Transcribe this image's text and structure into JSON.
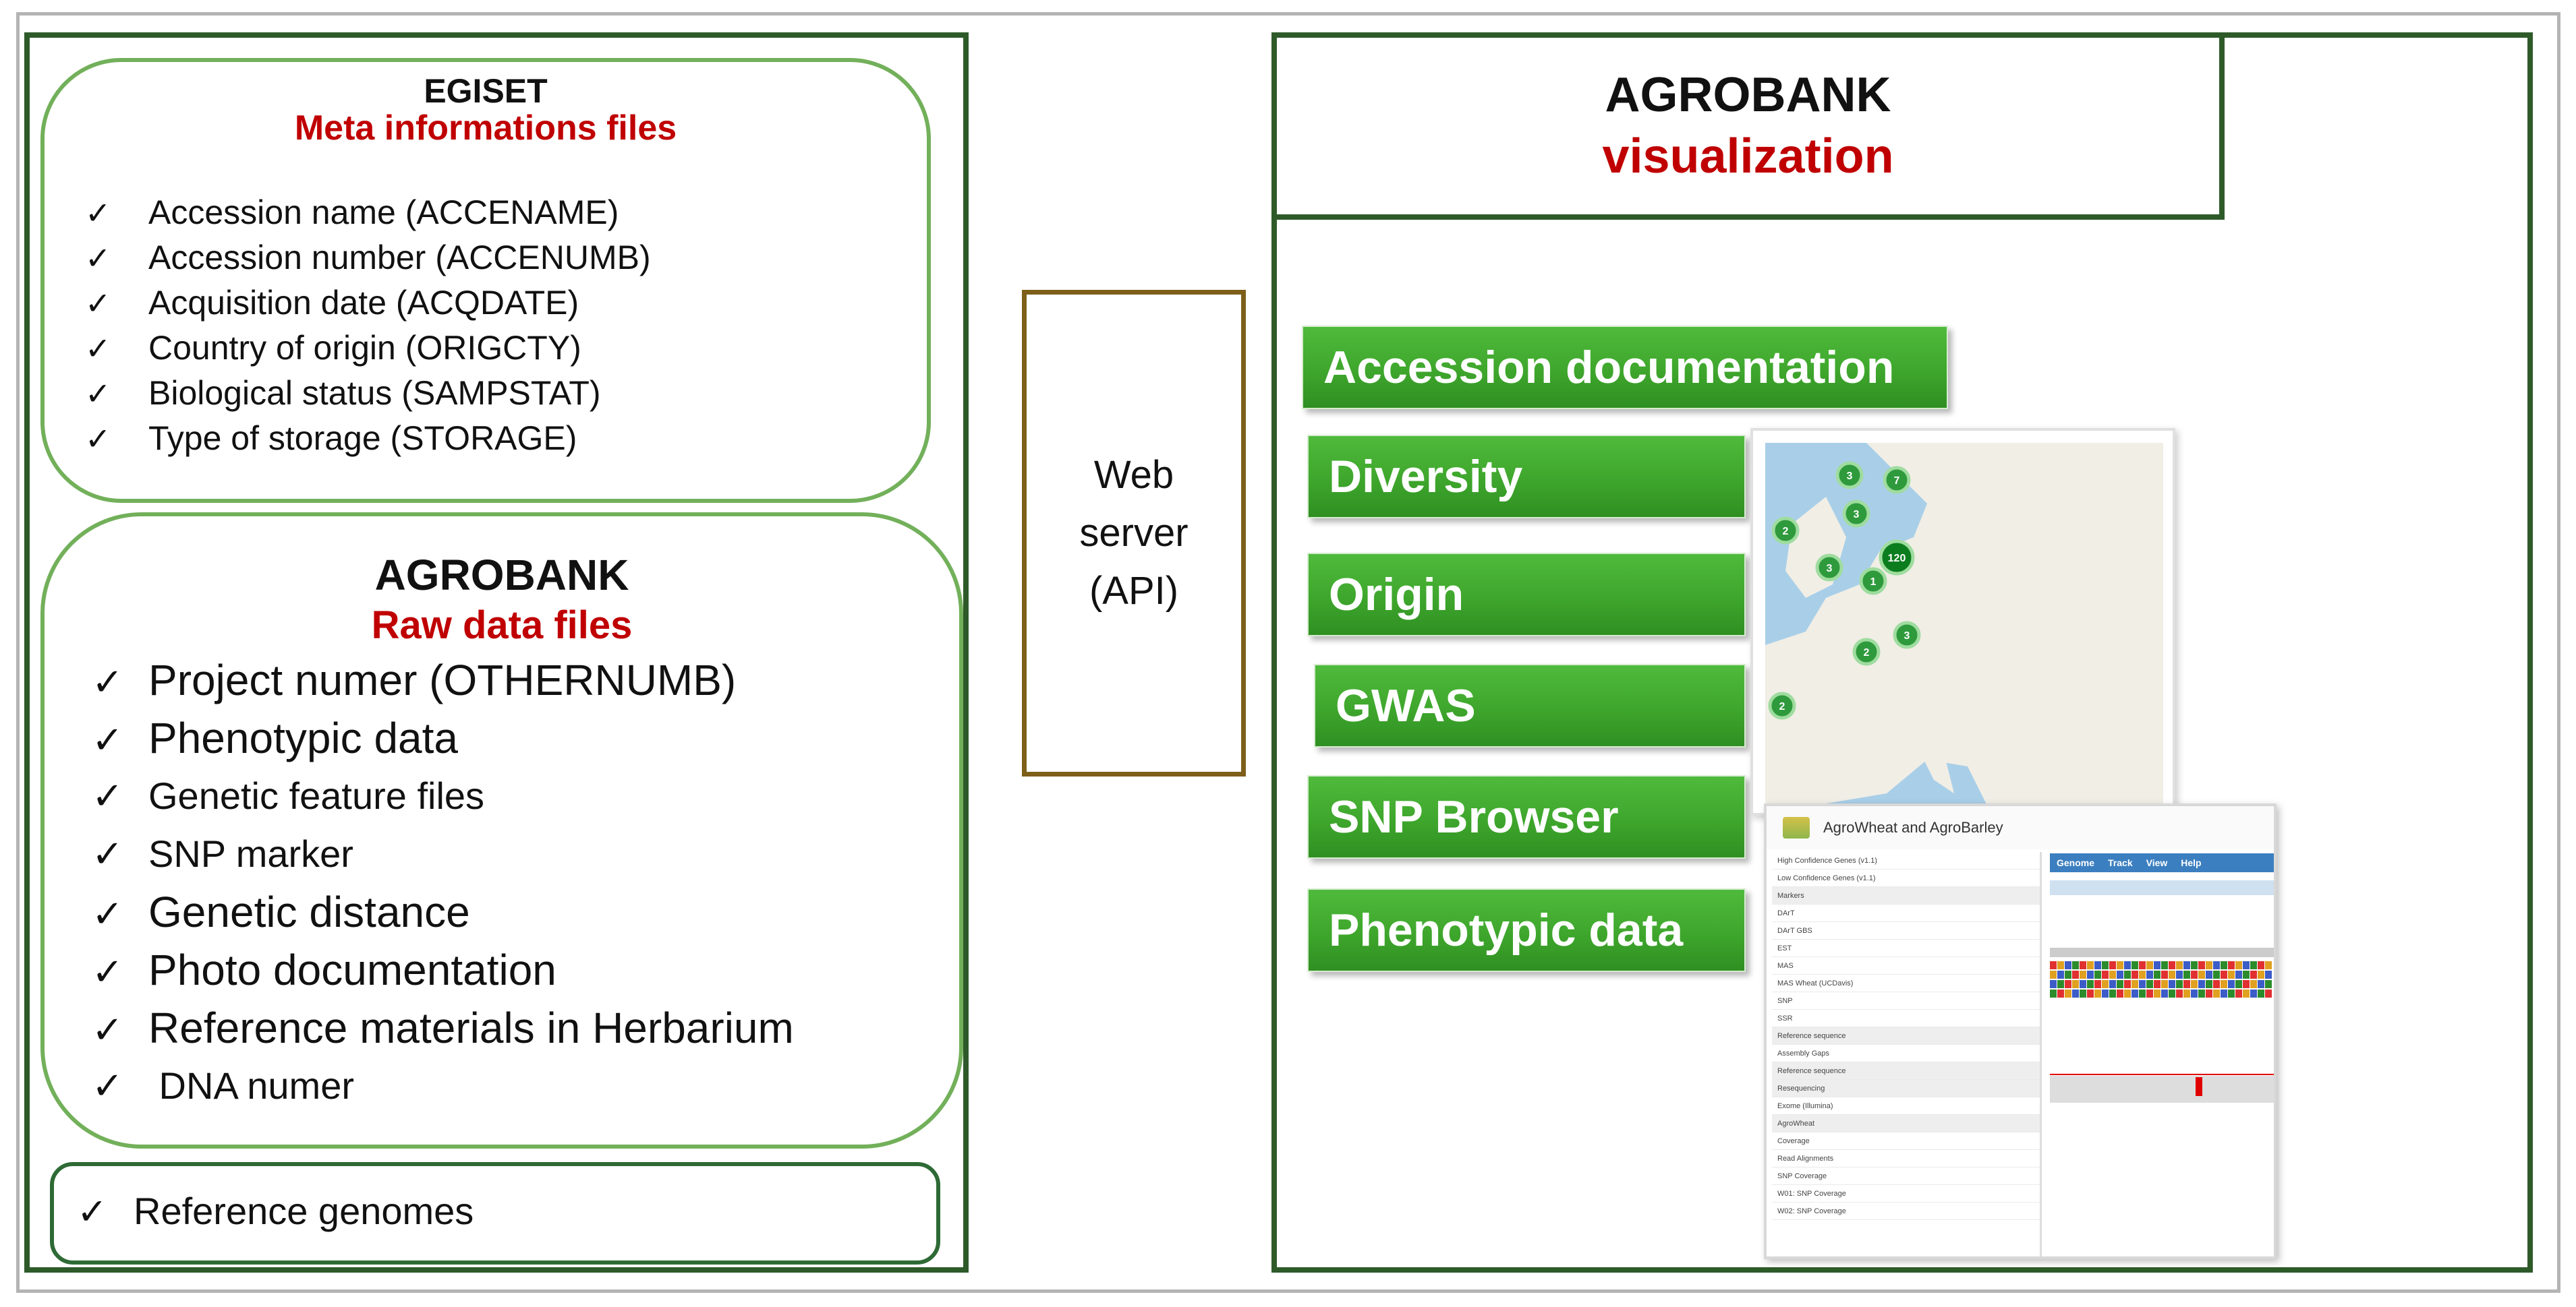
{
  "egiset": {
    "title": "EGISET",
    "subtitle": "Meta informations files",
    "items": [
      "Accession name (ACCENAME)",
      "Accession number (ACCENUMB)",
      "Acquisition  date (ACQDATE)",
      "Country of origin (ORIGCTY)",
      "Biological status  (SAMPSTAT)",
      "Type of storage (STORAGE)"
    ]
  },
  "agrobank_raw": {
    "title": "AGROBANK",
    "subtitle": "Raw data files",
    "items": [
      "Project numer (OTHERNUMB)",
      "Phenotypic data",
      "Genetic feature files",
      "SNP marker",
      "Genetic distance",
      "Photo documentation",
      "Reference materials in Herbarium",
      " DNA numer"
    ]
  },
  "reference": {
    "item": "Reference genomes"
  },
  "check_mark": "✓",
  "web_server": {
    "line1": "Web",
    "line2": "server",
    "line3": "(API)"
  },
  "agrobank_vis": {
    "title": "AGROBANK",
    "subtitle": "visualization",
    "buttons": [
      "Accession documentation",
      "Diversity",
      "Origin",
      "GWAS",
      "SNP Browser",
      "Phenotypic data"
    ]
  },
  "map_screenshot": {
    "cluster_counts": [
      "3",
      "7",
      "3",
      "2",
      "120",
      "3",
      "1",
      "2",
      "3",
      "2"
    ]
  },
  "browser_screenshot": {
    "title": "AgroWheat and AgroBarley",
    "menu": [
      "Genome",
      "Track",
      "View",
      "Help"
    ],
    "side_rows": [
      "High Confidence Genes (v1.1)",
      "Low Confidence Genes (v1.1)",
      "Markers",
      "DArT",
      "DArT GBS",
      "EST",
      "MAS",
      "MAS Wheat (UCDavis)",
      "SNP",
      "SSR",
      "Reference sequence",
      "Assembly Gaps",
      "Reference sequence",
      "Resequencing",
      "Exome (Illumina)",
      "AgroWheat",
      "Coverage",
      "Read Alignments",
      "SNP Coverage",
      "W01: SNP Coverage",
      "W02: SNP Coverage"
    ]
  },
  "colors": {
    "panel_border": "#2e5a2a",
    "rounded_border": "#72b05a",
    "title_red": "#c00000",
    "button_green": "#3ea62c",
    "server_border": "#7d5f1a"
  }
}
